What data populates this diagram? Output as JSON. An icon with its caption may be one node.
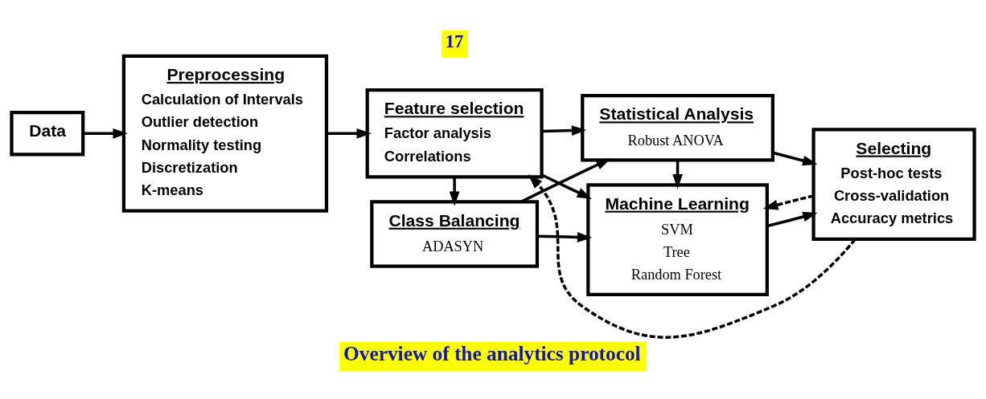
{
  "diagram": {
    "caption": "Overview of the analytics protocol",
    "nodes": [
      {
        "text": [
          "Data"
        ]
      },
      {
        "text": [
          "Preprocessing",
          "Calculation of Intervals",
          "Outlier detection",
          "Normality testing",
          "Discretization",
          "K-means"
        ]
      },
      {
        "text": [
          "Feature selection",
          "Factor analysis",
          "Correlations"
        ]
      },
      {
        "text": [
          "Class Balancing",
          "ADASYN"
        ]
      },
      {
        "text": [
          "Statistical Analysis",
          "Robust ANOVA"
        ]
      },
      {
        "text": [
          "Machine Learning",
          "SVM",
          "Tree",
          "Random Forest"
        ]
      },
      {
        "text": [
          "Selecting",
          "Post-hoc tests",
          "Cross-validation",
          "Accuracy metrics"
        ]
      }
    ],
    "edges": [
      {
        "from": 0,
        "to": 1,
        "arrow": "to"
      },
      {
        "from": 1,
        "to": 2,
        "arrow": "to"
      },
      {
        "from": 2,
        "to": 3,
        "arrow": "to"
      },
      {
        "from": 2,
        "to": 4,
        "arrow": "to"
      },
      {
        "from": 2,
        "to": 5,
        "arrow": "to"
      },
      {
        "from": 3,
        "to": 4,
        "arrow": "to"
      },
      {
        "from": 3,
        "to": 5,
        "arrow": "to"
      },
      {
        "from": 4,
        "to": 5,
        "arrow": "to"
      },
      {
        "from": 4,
        "to": 6,
        "arrow": "to"
      },
      {
        "from": 5,
        "to": 6,
        "arrow": "to"
      },
      {
        "from": 6,
        "to": 2,
        "arrow": "to",
        "style": "dashed"
      },
      {
        "from": 6,
        "to": 5,
        "arrow": "to",
        "style": "dashed"
      }
    ],
    "labels": [
      "17"
    ]
  }
}
